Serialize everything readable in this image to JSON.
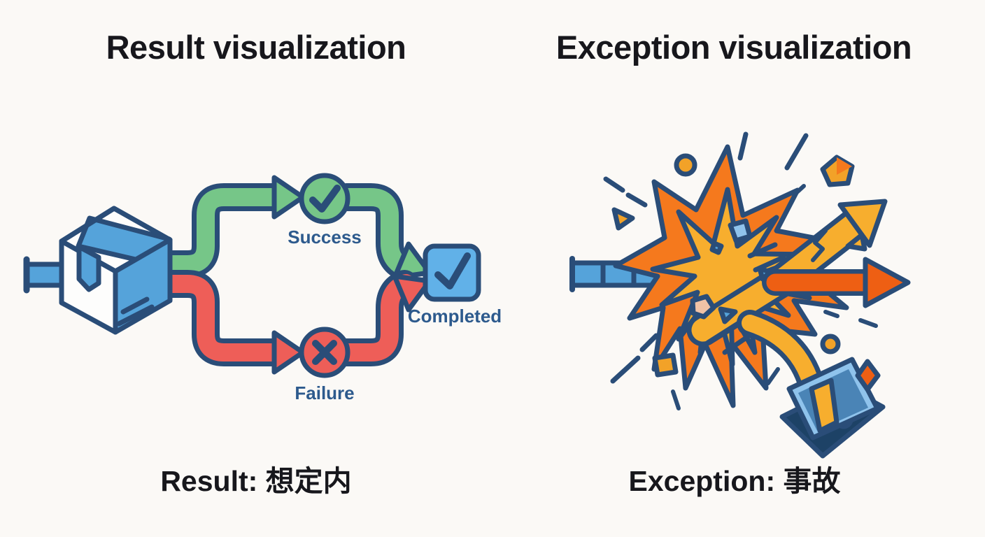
{
  "figure": {
    "left": {
      "title": "Result visualization",
      "labels": {
        "success": "Success",
        "failure": "Failure",
        "completed": "Completed"
      },
      "caption": "Result: 想定内"
    },
    "right": {
      "title": "Exception visualization",
      "caption": "Exception: 事故"
    }
  },
  "icons": {
    "package": "package-box-icon",
    "inlet_left": "inlet-band-icon",
    "success": "check-circle-icon",
    "failure": "x-circle-icon",
    "completed": "checked-checkbox-icon",
    "inlet_right": "conveyor-band-icon",
    "explosion": "explosion-burst-icon",
    "exit_up": "diagonal-arrow-icon",
    "exit_right": "horizontal-arrow-icon",
    "spilled_box": "tipped-open-box-icon"
  },
  "colors": {
    "bg": "#fbf9f6",
    "ink": "#17171c",
    "navy": "#2a4d78",
    "label": "#2d5a8d",
    "green": "#76c688",
    "red": "#ee5e58",
    "blue": "#55a3da",
    "lightblue": "#8fc3ec",
    "midblue": "#4a84b6",
    "white": "#fdfdfc",
    "orange": "#f5791d",
    "deeporange": "#ee5f13",
    "yellow": "#f7ae2e",
    "gold": "#f2a228",
    "pink": "#f0c2a6",
    "darknavy": "#1d4266"
  }
}
